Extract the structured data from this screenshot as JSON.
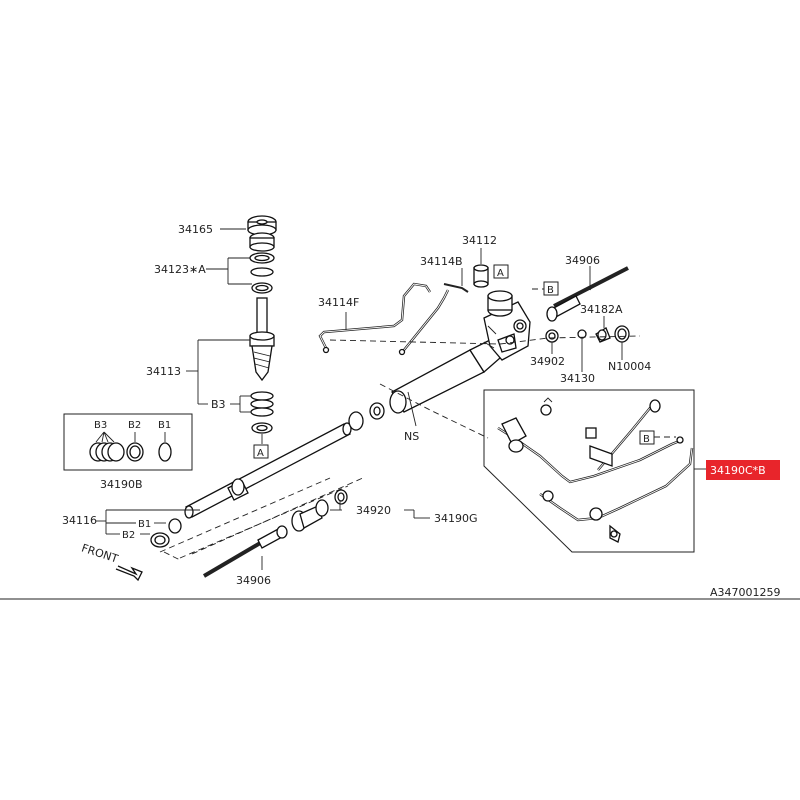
{
  "labels": {
    "p34165": "34165",
    "p34123A": "34123∗A",
    "p34113": "34113",
    "p34190B": "34190B",
    "p34116": "34116",
    "p34906_bottom": "34906",
    "p34920": "34920",
    "p34190G": "34190G",
    "p34114F": "34114F",
    "p34114B": "34114B",
    "p34112": "34112",
    "p34906_top": "34906",
    "p34182A": "34182A",
    "p34902": "34902",
    "p34130": "34130",
    "pN10004": "N10004",
    "NS": "NS",
    "highlighted_part": "34190C*B",
    "B1": "B1",
    "B2": "B2",
    "B3": "B3",
    "box_A": "A",
    "box_B": "B",
    "front": "FRONT",
    "figure_code": "A347001259"
  },
  "colors": {
    "highlight": "#e8252b",
    "line": "#222222",
    "background": "#ffffff"
  }
}
